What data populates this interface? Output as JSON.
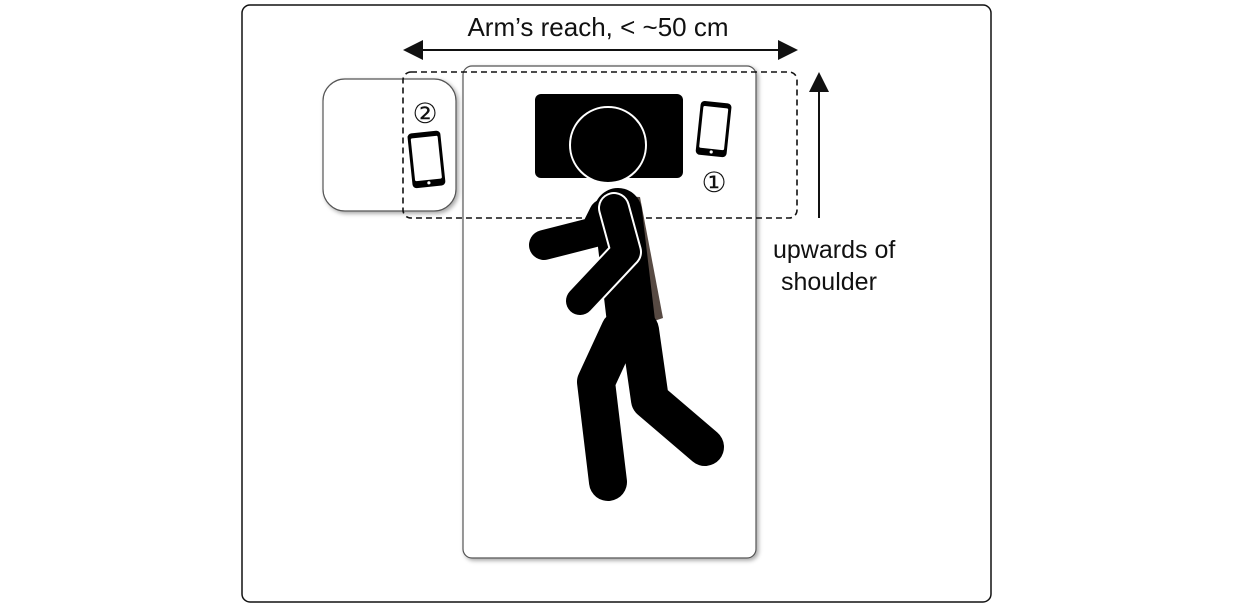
{
  "diagram": {
    "reach_label": "Arm’s reach, < ~50 cm",
    "upward_label_line1": "upwards of",
    "upward_label_line2": "shoulder",
    "position_1_marker": "①",
    "position_2_marker": "②"
  },
  "colors": {
    "line": "#111111",
    "figure": "#000000",
    "background": "#ffffff"
  }
}
